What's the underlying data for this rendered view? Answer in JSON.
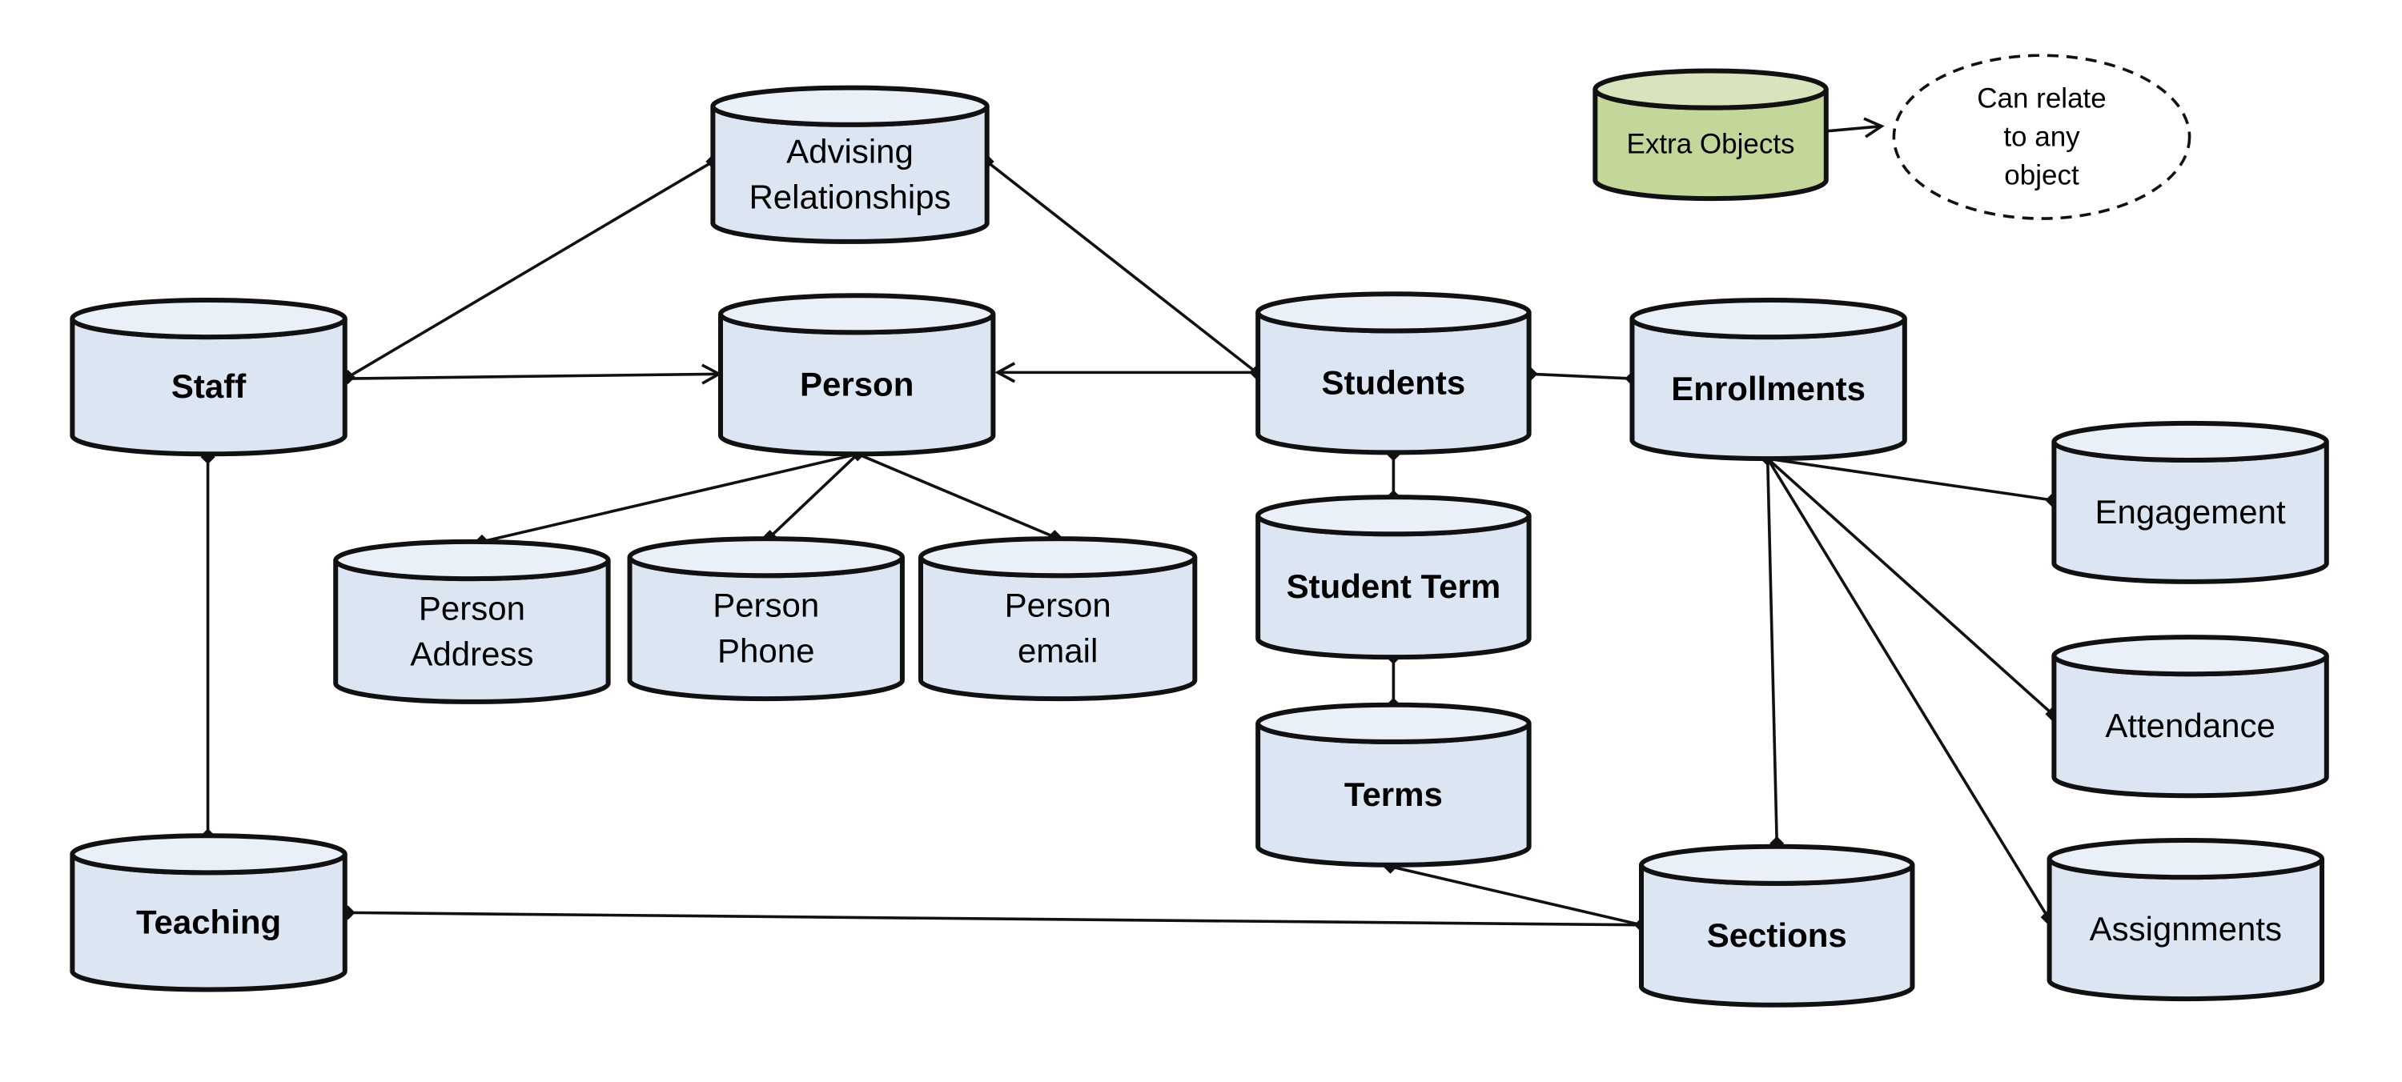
{
  "colors": {
    "entity_fill": "#dce6f2",
    "entity_top_fill": "#e9f0f8",
    "extra_fill": "#c4d79b",
    "extra_top_fill": "#d7e4bc",
    "stroke": "#111111"
  },
  "nodes": [
    {
      "id": "advising",
      "lines": [
        "Advising",
        "Relationships"
      ],
      "bold": false
    },
    {
      "id": "staff",
      "lines": [
        "Staff"
      ],
      "bold": true
    },
    {
      "id": "person",
      "lines": [
        "Person"
      ],
      "bold": true
    },
    {
      "id": "students",
      "lines": [
        "Students"
      ],
      "bold": true
    },
    {
      "id": "enrollments",
      "lines": [
        "Enrollments"
      ],
      "bold": true
    },
    {
      "id": "person_address",
      "lines": [
        "Person",
        "Address"
      ],
      "bold": false
    },
    {
      "id": "person_phone",
      "lines": [
        "Person",
        "Phone"
      ],
      "bold": false
    },
    {
      "id": "person_email",
      "lines": [
        "Person",
        "email"
      ],
      "bold": false
    },
    {
      "id": "student_term",
      "lines": [
        "Student Term"
      ],
      "bold": true
    },
    {
      "id": "terms",
      "lines": [
        "Terms"
      ],
      "bold": true
    },
    {
      "id": "teaching",
      "lines": [
        "Teaching"
      ],
      "bold": true
    },
    {
      "id": "sections",
      "lines": [
        "Sections"
      ],
      "bold": true
    },
    {
      "id": "engagement",
      "lines": [
        "Engagement"
      ],
      "bold": false
    },
    {
      "id": "attendance",
      "lines": [
        "Attendance"
      ],
      "bold": false
    },
    {
      "id": "assignments",
      "lines": [
        "Assignments"
      ],
      "bold": false
    },
    {
      "id": "extra_objects",
      "lines": [
        "Extra Objects"
      ],
      "bold": false,
      "variant": "extra"
    }
  ],
  "note": {
    "lines": [
      "Can relate",
      "to any",
      "object"
    ]
  },
  "edges": [
    {
      "from": "staff",
      "to": "advising",
      "end": "join"
    },
    {
      "from": "students",
      "to": "advising",
      "end": "join"
    },
    {
      "from": "staff",
      "to": "person",
      "end": "arrow"
    },
    {
      "from": "students",
      "to": "person",
      "end": "arrow"
    },
    {
      "from": "students",
      "to": "enrollments",
      "end": "join"
    },
    {
      "from": "person",
      "to": "person_address",
      "end": "join"
    },
    {
      "from": "person",
      "to": "person_phone",
      "end": "join"
    },
    {
      "from": "person",
      "to": "person_email",
      "end": "join"
    },
    {
      "from": "students",
      "to": "student_term",
      "end": "join"
    },
    {
      "from": "terms",
      "to": "student_term",
      "end": "join"
    },
    {
      "from": "staff",
      "to": "teaching",
      "end": "join"
    },
    {
      "from": "teaching",
      "to": "sections",
      "end": "join"
    },
    {
      "from": "terms",
      "to": "sections",
      "end": "join"
    },
    {
      "from": "enrollments",
      "to": "sections",
      "end": "join"
    },
    {
      "from": "enrollments",
      "to": "engagement",
      "end": "join"
    },
    {
      "from": "enrollments",
      "to": "attendance",
      "end": "join"
    },
    {
      "from": "enrollments",
      "to": "assignments",
      "end": "join"
    },
    {
      "from": "extra_objects",
      "to": "note",
      "end": "arrow"
    }
  ]
}
